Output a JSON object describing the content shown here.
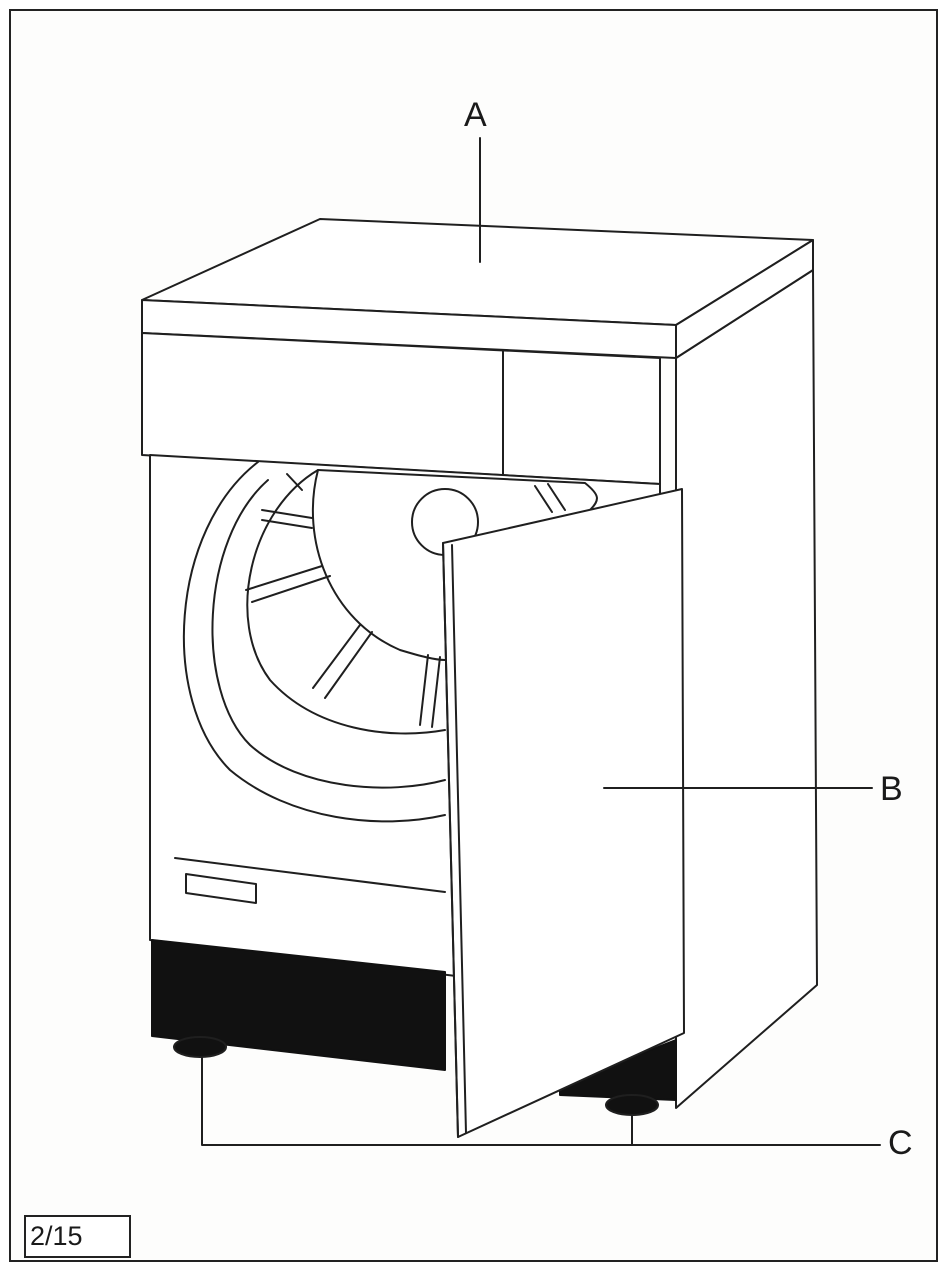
{
  "callouts": {
    "a": "A",
    "b": "B",
    "c": "C"
  },
  "figure_number": "2/15",
  "colors": {
    "line": "#1f1f1f",
    "base": "#111111",
    "panel": "#ffffff"
  }
}
